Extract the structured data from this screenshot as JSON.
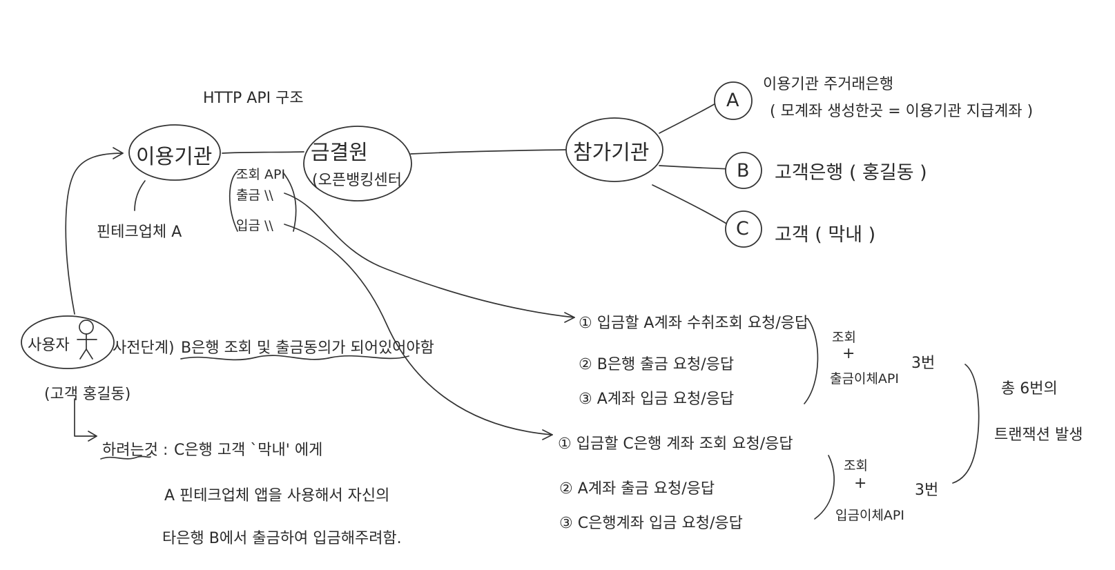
{
  "title": "HTTP   API 구조",
  "nodes": {
    "user_org": "이용기관",
    "kftc": "금결원",
    "kftc_sub": "(오픈뱅킹센터",
    "participant": "참가기관"
  },
  "fintech_label": "핀테크업체 A",
  "apis": [
    "조회 API",
    "출금 \\\\",
    "입금 \\\\"
  ],
  "participants": {
    "a": {
      "letter": "A",
      "desc": "이용기관 주거래은행",
      "note": "( 모계좌 생성한곳 = 이용기관 지급계좌 )"
    },
    "b": {
      "letter": "B",
      "desc": "고객은행 ( 홍길동 )"
    },
    "c": {
      "letter": "C",
      "desc": "고객 ( 막내 )"
    }
  },
  "user": {
    "label": "사용자",
    "sub": "(고객 홍길동)",
    "pre_label": "사전단계)",
    "pre_text": "B은행 조회 및 출금동의가 되어있어야함"
  },
  "goal": {
    "label": "하려는것 :",
    "line1": "C은행 고객 `막내' 에게",
    "line2": "A 핀테크업체 앱을 사용해서 자신의",
    "line3": "타은행 B에서 출금하여 입금해주려함."
  },
  "flow1": {
    "steps": [
      "① 입금할 A계좌 수취조회 요청/응답",
      "② B은행 출금 요청/응답",
      "③ A계좌 입금 요청/응답"
    ],
    "api1": "조회",
    "plus": "+",
    "api2": "출금이체API",
    "count": "3번"
  },
  "flow2": {
    "steps": [
      "① 입금할 C은행 계좌 조회 요청/응답",
      "② A계좌 출금 요청/응답",
      "③ C은행계좌 입금 요청/응답"
    ],
    "api1": "조회",
    "plus": "+",
    "api2": "입금이체API",
    "count": "3번"
  },
  "total": {
    "line1": "총 6번의",
    "line2": "트랜잭션 발생"
  }
}
